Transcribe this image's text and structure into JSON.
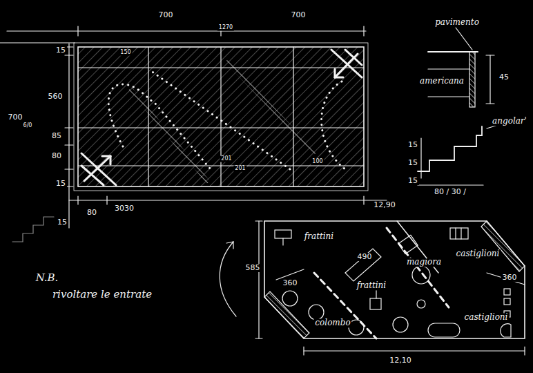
{
  "diagram": {
    "labels": [
      "700",
      "1270",
      "700",
      "15",
      "560",
      "700",
      "6/0",
      "85",
      "80",
      "15",
      "15",
      "80",
      "3030",
      "150",
      "201",
      "201",
      "100",
      "12,90",
      "pavimento",
      "americana",
      "45",
      "angolar'",
      "15",
      "15",
      "15",
      "80 / 30 /",
      "N.B.",
      "rivoltare le entrate",
      "frattini",
      "490",
      "360",
      "frattini",
      "colombo",
      "magiora",
      "castiglioni",
      "360",
      "castiglioni",
      "585",
      "12,10"
    ]
  }
}
